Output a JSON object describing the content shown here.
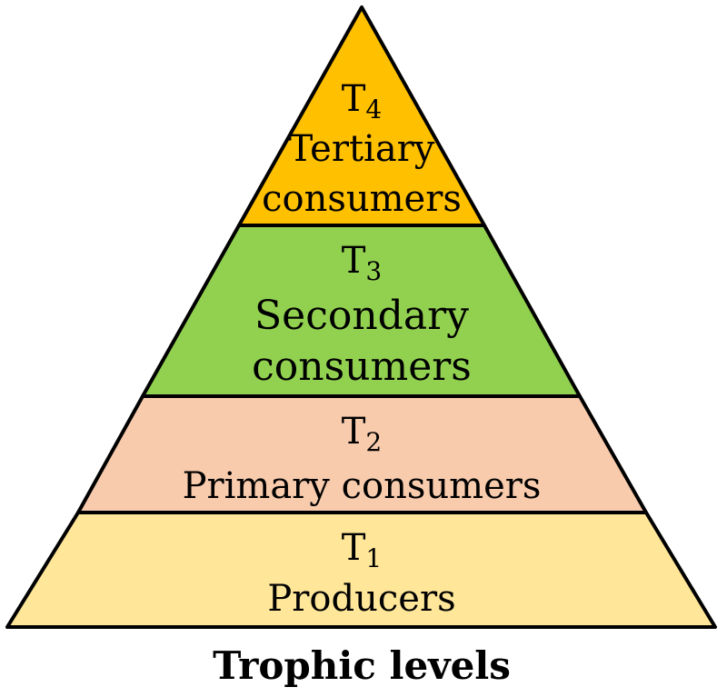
{
  "title": "Trophic levels",
  "levels": [
    {
      "code": "T",
      "sub": "4",
      "lines": [
        "Tertiary",
        "consumers"
      ],
      "color": "#ffc000"
    },
    {
      "code": "T",
      "sub": "3",
      "lines": [
        "Secondary",
        "consumers"
      ],
      "color": "#92d050"
    },
    {
      "code": "T",
      "sub": "2",
      "lines": [
        "Primary consumers"
      ],
      "color": "#f8cbad"
    },
    {
      "code": "T",
      "sub": "1",
      "lines": [
        "Producers"
      ],
      "color": "#ffe699"
    }
  ],
  "outline_color": "#000000"
}
